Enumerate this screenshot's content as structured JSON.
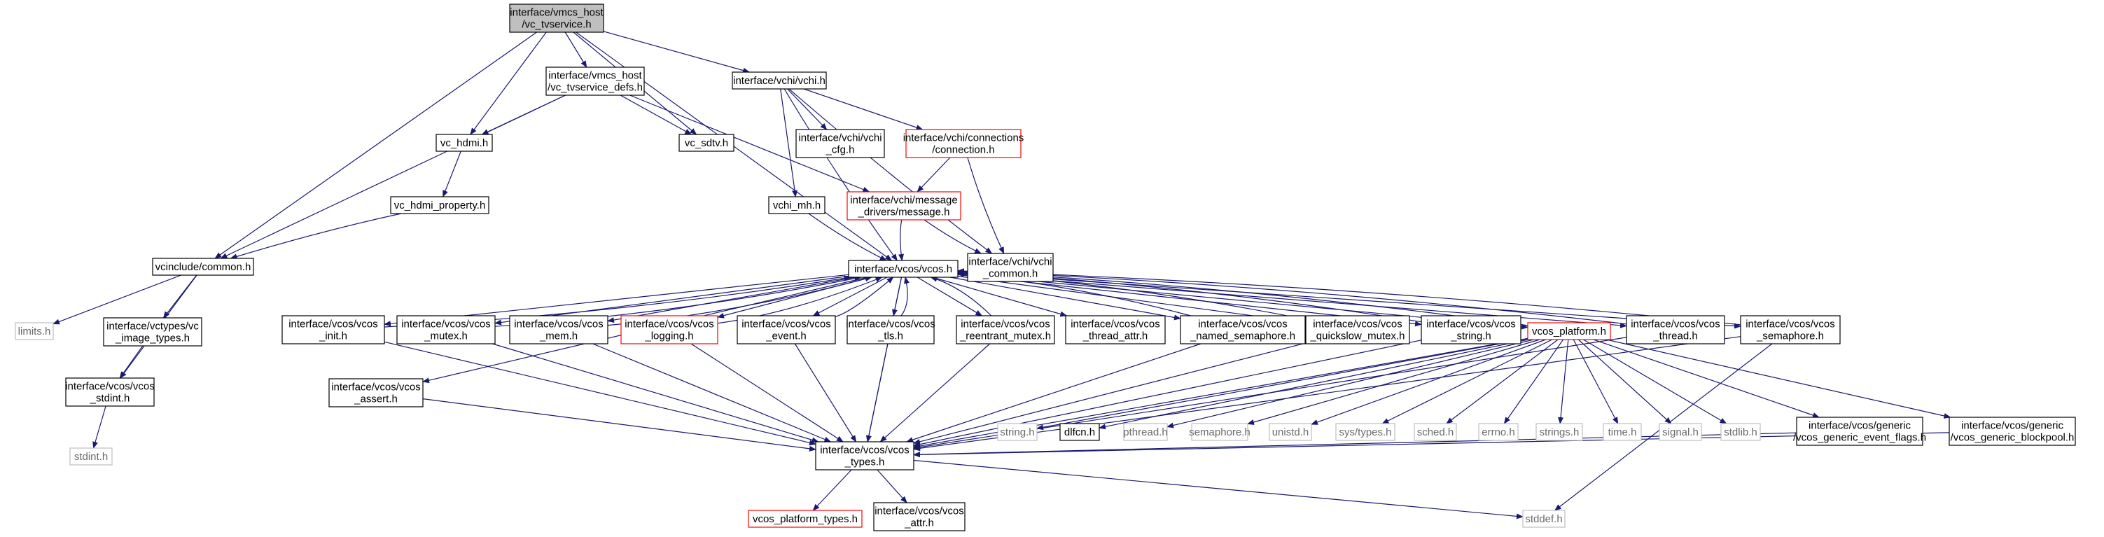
{
  "colors": {
    "edge": "#191970",
    "box_border": "#000000",
    "root_fill": "#bfbfbf",
    "truncated_border": "#ff0000",
    "external_border": "#bfbfbf",
    "external_text": "#6a6a6a"
  },
  "nodes": [
    {
      "id": "n0",
      "kind": "root",
      "lines": [
        "interface/vmcs_host",
        "/vc_tvservice.h"
      ]
    },
    {
      "id": "n1",
      "kind": "normal",
      "lines": [
        "interface/vmcs_host",
        "/vc_tvservice_defs.h"
      ]
    },
    {
      "id": "n2",
      "kind": "normal",
      "lines": [
        "interface/vchi/vchi.h"
      ]
    },
    {
      "id": "n3",
      "kind": "normal",
      "lines": [
        "vc_hdmi.h"
      ]
    },
    {
      "id": "n4",
      "kind": "normal",
      "lines": [
        "vc_sdtv.h"
      ]
    },
    {
      "id": "n5",
      "kind": "normal",
      "lines": [
        "interface/vchi/vchi",
        "_cfg.h"
      ]
    },
    {
      "id": "n6",
      "kind": "truncated",
      "lines": [
        "interface/vchi/connections",
        "/connection.h"
      ]
    },
    {
      "id": "n7",
      "kind": "normal",
      "lines": [
        "vc_hdmi_property.h"
      ]
    },
    {
      "id": "n8",
      "kind": "normal",
      "lines": [
        "vchi_mh.h"
      ]
    },
    {
      "id": "n9",
      "kind": "truncated",
      "lines": [
        "interface/vchi/message",
        "_drivers/message.h"
      ]
    },
    {
      "id": "n10",
      "kind": "normal",
      "lines": [
        "vcinclude/common.h"
      ]
    },
    {
      "id": "n11",
      "kind": "normal",
      "lines": [
        "interface/vcos/vcos.h"
      ]
    },
    {
      "id": "n12",
      "kind": "normal",
      "lines": [
        "interface/vchi/vchi",
        "_common.h"
      ]
    },
    {
      "id": "n13",
      "kind": "external",
      "lines": [
        "limits.h"
      ]
    },
    {
      "id": "n14",
      "kind": "normal",
      "lines": [
        "interface/vctypes/vc",
        "_image_types.h"
      ]
    },
    {
      "id": "n15",
      "kind": "normal",
      "lines": [
        "interface/vcos/vcos",
        "_init.h"
      ]
    },
    {
      "id": "n16",
      "kind": "normal",
      "lines": [
        "interface/vcos/vcos",
        "_mutex.h"
      ]
    },
    {
      "id": "n17",
      "kind": "normal",
      "lines": [
        "interface/vcos/vcos",
        "_mem.h"
      ]
    },
    {
      "id": "n18",
      "kind": "truncated",
      "lines": [
        "interface/vcos/vcos",
        "_logging.h"
      ]
    },
    {
      "id": "n19",
      "kind": "normal",
      "lines": [
        "interface/vcos/vcos",
        "_event.h"
      ]
    },
    {
      "id": "n20",
      "kind": "normal",
      "lines": [
        "interface/vcos/vcos",
        "_tls.h"
      ]
    },
    {
      "id": "n21",
      "kind": "normal",
      "lines": [
        "interface/vcos/vcos",
        "_reentrant_mutex.h"
      ]
    },
    {
      "id": "n22",
      "kind": "normal",
      "lines": [
        "interface/vcos/vcos",
        "_thread_attr.h"
      ]
    },
    {
      "id": "n23",
      "kind": "normal",
      "lines": [
        "interface/vcos/vcos",
        "_named_semaphore.h"
      ]
    },
    {
      "id": "n24",
      "kind": "normal",
      "lines": [
        "interface/vcos/vcos",
        "_quickslow_mutex.h"
      ]
    },
    {
      "id": "n25",
      "kind": "normal",
      "lines": [
        "interface/vcos/vcos",
        "_string.h"
      ]
    },
    {
      "id": "n26",
      "kind": "truncated",
      "lines": [
        "vcos_platform.h"
      ]
    },
    {
      "id": "n27",
      "kind": "normal",
      "lines": [
        "interface/vcos/vcos",
        "_thread.h"
      ]
    },
    {
      "id": "n28",
      "kind": "normal",
      "lines": [
        "interface/vcos/vcos",
        "_semaphore.h"
      ]
    },
    {
      "id": "n29",
      "kind": "normal",
      "lines": [
        "interface/vcos/vcos",
        "_stdint.h"
      ]
    },
    {
      "id": "n30",
      "kind": "normal",
      "lines": [
        "interface/vcos/vcos",
        "_assert.h"
      ]
    },
    {
      "id": "n31",
      "kind": "external",
      "lines": [
        "string.h"
      ]
    },
    {
      "id": "n32",
      "kind": "normal",
      "lines": [
        "dlfcn.h"
      ]
    },
    {
      "id": "n33",
      "kind": "external",
      "lines": [
        "pthread.h"
      ]
    },
    {
      "id": "n34",
      "kind": "external",
      "lines": [
        "semaphore.h"
      ]
    },
    {
      "id": "n35",
      "kind": "external",
      "lines": [
        "unistd.h"
      ]
    },
    {
      "id": "n36",
      "kind": "external",
      "lines": [
        "sys/types.h"
      ]
    },
    {
      "id": "n37",
      "kind": "external",
      "lines": [
        "sched.h"
      ]
    },
    {
      "id": "n38",
      "kind": "external",
      "lines": [
        "errno.h"
      ]
    },
    {
      "id": "n39",
      "kind": "external",
      "lines": [
        "strings.h"
      ]
    },
    {
      "id": "n40",
      "kind": "external",
      "lines": [
        "time.h"
      ]
    },
    {
      "id": "n41",
      "kind": "external",
      "lines": [
        "signal.h"
      ]
    },
    {
      "id": "n42",
      "kind": "external",
      "lines": [
        "stdlib.h"
      ]
    },
    {
      "id": "n43",
      "kind": "normal",
      "lines": [
        "interface/vcos/generic",
        "/vcos_generic_event_flags.h"
      ]
    },
    {
      "id": "n44",
      "kind": "normal",
      "lines": [
        "interface/vcos/generic",
        "/vcos_generic_blockpool.h"
      ]
    },
    {
      "id": "n45",
      "kind": "external",
      "lines": [
        "stdint.h"
      ]
    },
    {
      "id": "n46",
      "kind": "normal",
      "lines": [
        "interface/vcos/vcos",
        "_types.h"
      ]
    },
    {
      "id": "n47",
      "kind": "truncated",
      "lines": [
        "vcos_platform_types.h"
      ]
    },
    {
      "id": "n48",
      "kind": "normal",
      "lines": [
        "interface/vcos/vcos",
        "_attr.h"
      ]
    },
    {
      "id": "n49",
      "kind": "external",
      "lines": [
        "stddef.h"
      ]
    }
  ],
  "edges": [
    [
      "n0",
      "n1"
    ],
    [
      "n0",
      "n2"
    ],
    [
      "n0",
      "n3"
    ],
    [
      "n0",
      "n4"
    ],
    [
      "n0",
      "n10"
    ],
    [
      "n0",
      "n11"
    ],
    [
      "n1",
      "n3"
    ],
    [
      "n1",
      "n4"
    ],
    [
      "n1",
      "n10"
    ],
    [
      "n1",
      "n9"
    ],
    [
      "n2",
      "n5"
    ],
    [
      "n2",
      "n6"
    ],
    [
      "n2",
      "n8"
    ],
    [
      "n2",
      "n11"
    ],
    [
      "n2",
      "n12"
    ],
    [
      "n3",
      "n7"
    ],
    [
      "n7",
      "n10"
    ],
    [
      "n6",
      "n9"
    ],
    [
      "n6",
      "n12"
    ],
    [
      "n8",
      "n11"
    ],
    [
      "n9",
      "n11"
    ],
    [
      "n9",
      "n12"
    ],
    [
      "n10",
      "n13"
    ],
    [
      "n10",
      "n14"
    ],
    [
      "n10",
      "n29"
    ],
    [
      "n14",
      "n29"
    ],
    [
      "n29",
      "n45"
    ],
    [
      "n11",
      "n15"
    ],
    [
      "n11",
      "n16"
    ],
    [
      "n11",
      "n17"
    ],
    [
      "n11",
      "n18"
    ],
    [
      "n11",
      "n19"
    ],
    [
      "n11",
      "n20"
    ],
    [
      "n11",
      "n21"
    ],
    [
      "n11",
      "n22"
    ],
    [
      "n11",
      "n23"
    ],
    [
      "n11",
      "n24"
    ],
    [
      "n11",
      "n25"
    ],
    [
      "n11",
      "n26"
    ],
    [
      "n11",
      "n27"
    ],
    [
      "n11",
      "n28"
    ],
    [
      "n11",
      "n30"
    ],
    [
      "n11",
      "n46"
    ],
    [
      "n15",
      "n11"
    ],
    [
      "n16",
      "n11"
    ],
    [
      "n17",
      "n11"
    ],
    [
      "n18",
      "n11"
    ],
    [
      "n19",
      "n11"
    ],
    [
      "n20",
      "n11"
    ],
    [
      "n21",
      "n11"
    ],
    [
      "n23",
      "n11"
    ],
    [
      "n24",
      "n11"
    ],
    [
      "n25",
      "n11"
    ],
    [
      "n26",
      "n11"
    ],
    [
      "n27",
      "n11"
    ],
    [
      "n28",
      "n11"
    ],
    [
      "n15",
      "n46"
    ],
    [
      "n16",
      "n46"
    ],
    [
      "n17",
      "n46"
    ],
    [
      "n18",
      "n46"
    ],
    [
      "n19",
      "n46"
    ],
    [
      "n20",
      "n46"
    ],
    [
      "n21",
      "n46"
    ],
    [
      "n23",
      "n46"
    ],
    [
      "n24",
      "n46"
    ],
    [
      "n25",
      "n46"
    ],
    [
      "n30",
      "n46"
    ],
    [
      "n28",
      "n46"
    ],
    [
      "n27",
      "n46"
    ],
    [
      "n26",
      "n31"
    ],
    [
      "n26",
      "n32"
    ],
    [
      "n26",
      "n33"
    ],
    [
      "n26",
      "n34"
    ],
    [
      "n26",
      "n35"
    ],
    [
      "n26",
      "n36"
    ],
    [
      "n26",
      "n37"
    ],
    [
      "n26",
      "n38"
    ],
    [
      "n26",
      "n39"
    ],
    [
      "n26",
      "n40"
    ],
    [
      "n26",
      "n41"
    ],
    [
      "n26",
      "n42"
    ],
    [
      "n26",
      "n43"
    ],
    [
      "n26",
      "n44"
    ],
    [
      "n26",
      "n46"
    ],
    [
      "n43",
      "n46"
    ],
    [
      "n44",
      "n46"
    ],
    [
      "n46",
      "n47"
    ],
    [
      "n46",
      "n48"
    ],
    [
      "n46",
      "n49"
    ],
    [
      "n28",
      "n49"
    ]
  ]
}
